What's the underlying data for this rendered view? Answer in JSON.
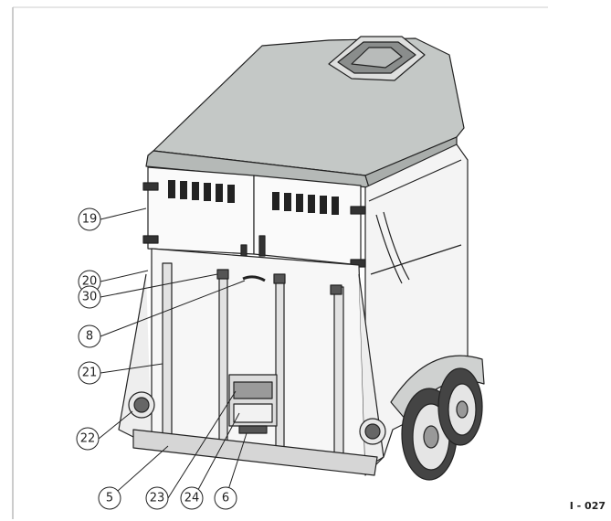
{
  "figure_id": "I - 027",
  "callouts": [
    {
      "id": "c19",
      "label": "19"
    },
    {
      "id": "c20",
      "label": "20"
    },
    {
      "id": "c30",
      "label": "30"
    },
    {
      "id": "c8",
      "label": "8"
    },
    {
      "id": "c21",
      "label": "21"
    },
    {
      "id": "c22",
      "label": "22"
    },
    {
      "id": "c5",
      "label": "5"
    },
    {
      "id": "c23",
      "label": "23"
    },
    {
      "id": "c24",
      "label": "24"
    },
    {
      "id": "c6",
      "label": "6"
    }
  ]
}
